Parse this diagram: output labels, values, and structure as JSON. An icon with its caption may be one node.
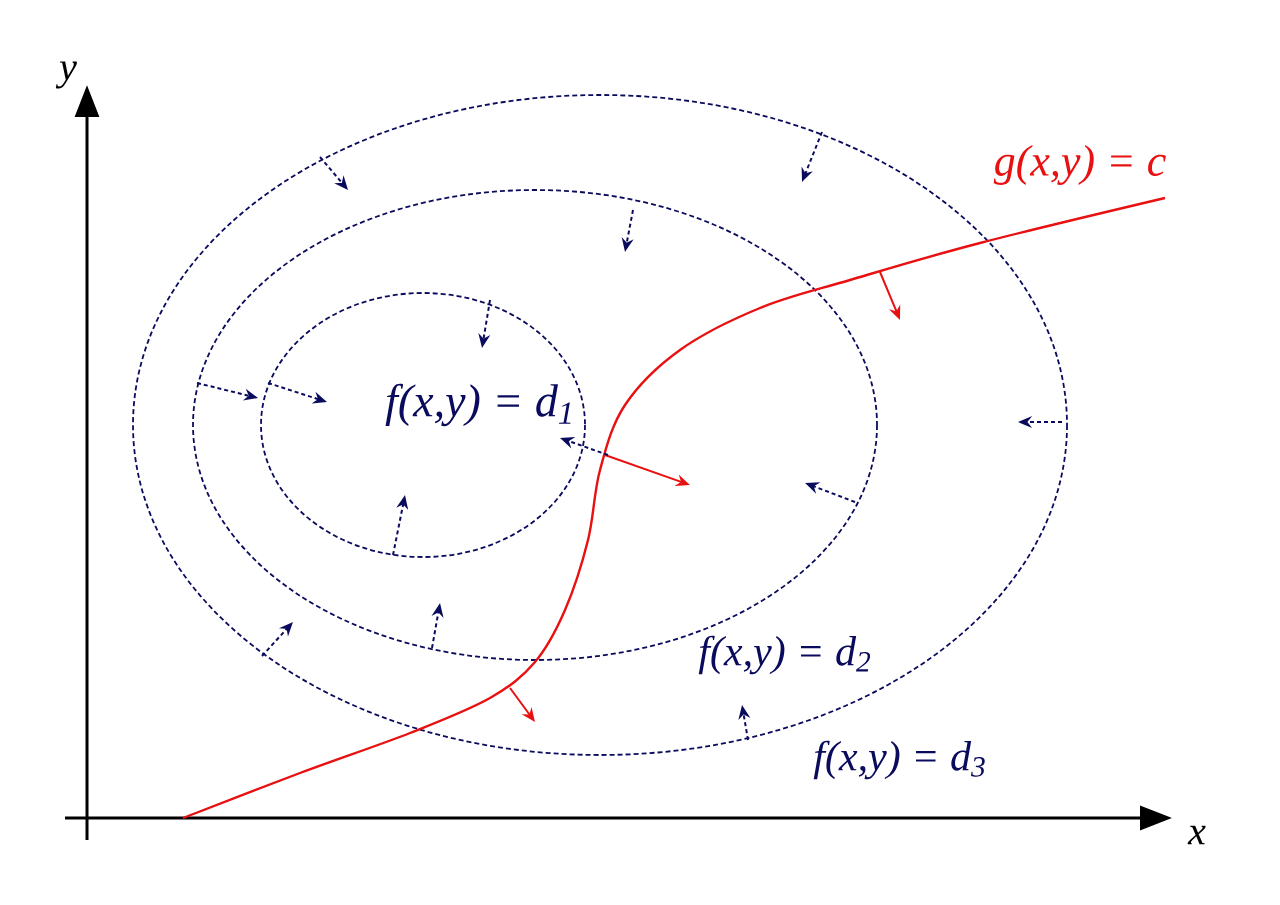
{
  "diagram": {
    "labels": [
      "y",
      "g(x,y) = c",
      "f(x,y) = d$_{1}$",
      "f(x,y) = d$_{2}$",
      "f(x,y) = d$_{3}$",
      "x"
    ]
  }
}
